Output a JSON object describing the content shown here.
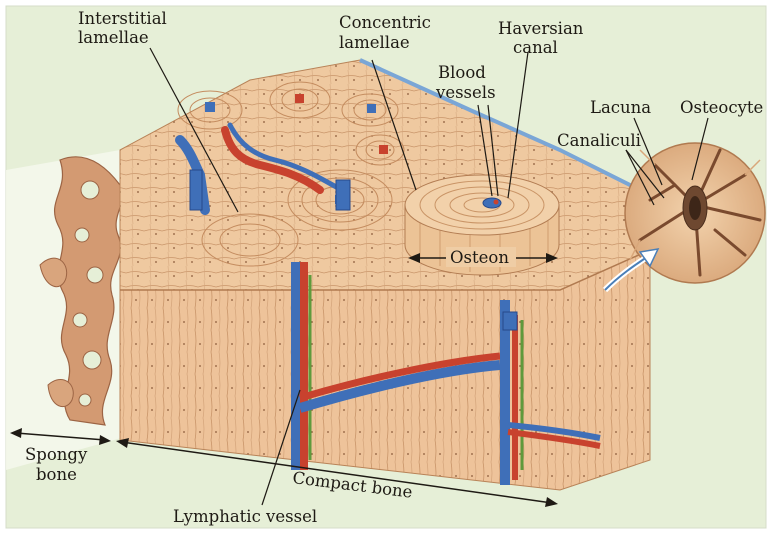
{
  "labels": {
    "interstitial_lamellae_1": "Interstitial",
    "interstitial_lamellae_2": "lamellae",
    "concentric_lamellae_1": "Concentric",
    "concentric_lamellae_2": "lamellae",
    "haversian_canal_1": "Haversian",
    "haversian_canal_2": "canal",
    "blood_vessels_1": "Blood",
    "blood_vessels_2": "vessels",
    "lacuna": "Lacuna",
    "osteocyte": "Osteocyte",
    "canaliculi": "Canaliculi",
    "osteon": "Osteon",
    "spongy_bone_1": "Spongy",
    "spongy_bone_2": "bone",
    "compact_bone": "Compact bone",
    "lymphatic_vessel": "Lymphatic vessel"
  },
  "colors": {
    "bone_light": "#f2cfa4",
    "bone_mid": "#e5b486",
    "bone_dark": "#c98f62",
    "periosteum_blue": "#7aa6d6",
    "artery_red": "#c8422e",
    "vein_blue": "#3f6fb8",
    "lymph_green": "#5f9a3c",
    "background_green": "#e6efd7"
  }
}
